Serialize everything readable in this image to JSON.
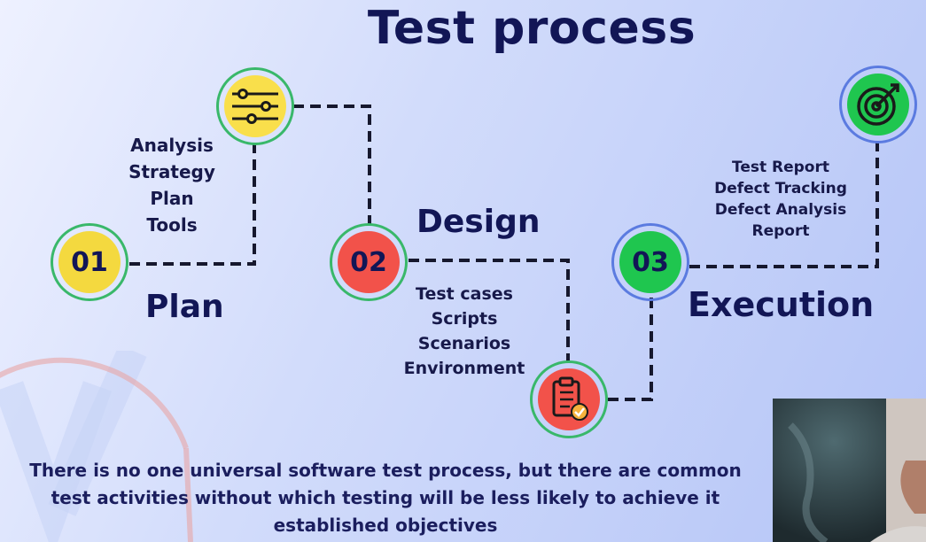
{
  "title": "Test process",
  "steps": [
    {
      "number": "01",
      "name": "Plan",
      "color": "#f4d93f",
      "items": [
        "Analysis",
        "Strategy",
        "Plan",
        "Tools"
      ],
      "icon": "sliders-icon",
      "icon_color": "#f9df4b"
    },
    {
      "number": "02",
      "name": "Design",
      "color": "#f2524a",
      "items": [
        "Test cases",
        "Scripts",
        "Scenarios",
        "Environment"
      ],
      "icon": "clipboard-check-icon",
      "icon_color": "#f2524a"
    },
    {
      "number": "03",
      "name": "Execution",
      "color": "#1fc64f",
      "items": [
        "Test Report",
        "Defect Tracking",
        "Defect Analysis",
        "Report"
      ],
      "icon": "target-icon",
      "icon_color": "#1fc64f"
    }
  ],
  "footer": {
    "line1": "There is no one universal software test process, but there are common",
    "line2": "test activities without which testing will be less likely to achieve it",
    "line3": "established objectives"
  },
  "colors": {
    "ring": "#39b86a",
    "ring_exec": "#5b7be0",
    "line": "#16182e",
    "text": "#121656"
  }
}
